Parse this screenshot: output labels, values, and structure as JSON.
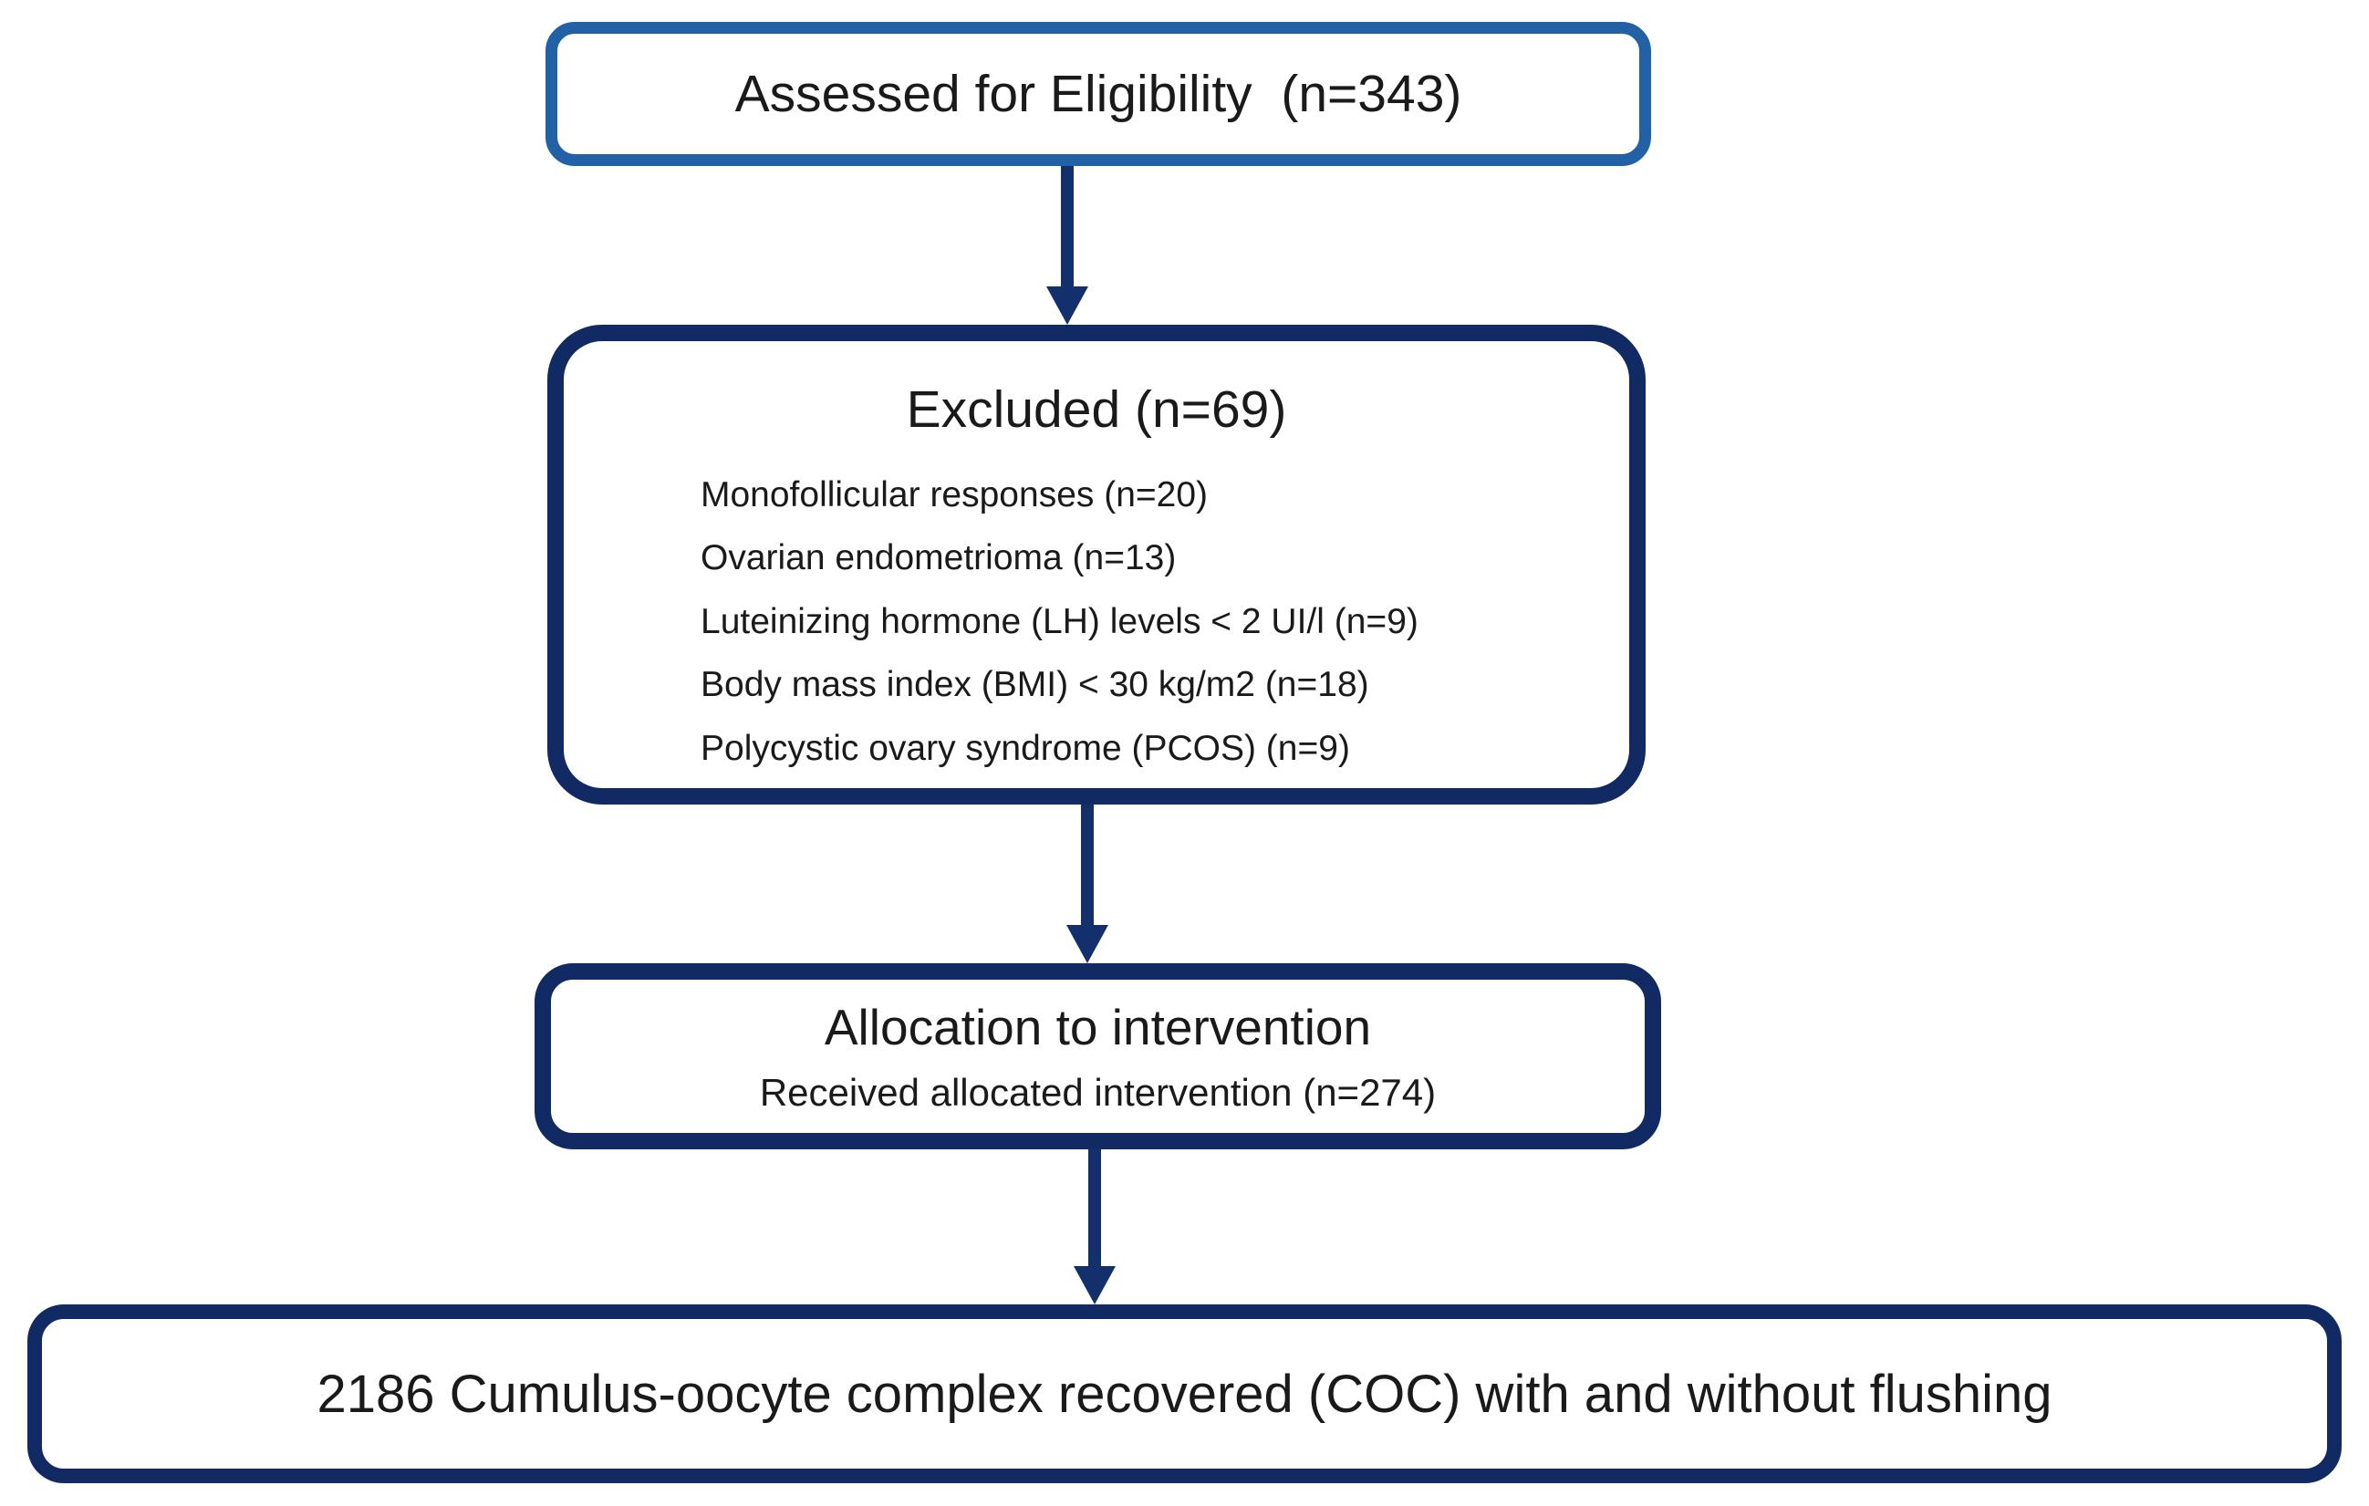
{
  "diagram": {
    "type": "consort-flowchart",
    "boxes": [
      {
        "id": "assessed",
        "title": "Assessed for Eligibility  (n=343)"
      },
      {
        "id": "excluded",
        "title": "Excluded (n=69)",
        "items": [
          "Monofollicular responses (n=20)",
          "Ovarian endometrioma (n=13)",
          "Luteinizing hormone (LH) levels < 2 UI/l (n=9)",
          "Body mass index (BMI) < 30 kg/m2 (n=18)",
          "Polycystic ovary syndrome (PCOS) (n=9)"
        ]
      },
      {
        "id": "allocation",
        "title": "Allocation to intervention",
        "subtitle": "Received allocated intervention (n=274)"
      },
      {
        "id": "outcome",
        "title": "2186 Cumulus-oocyte complex recovered (COC) with and without flushing"
      }
    ],
    "colors": {
      "assessed_border": "#2261a5",
      "dark_border": "#112a63",
      "arrow": "#13306d",
      "text": "#1a1a1a",
      "background": "#ffffff"
    }
  }
}
